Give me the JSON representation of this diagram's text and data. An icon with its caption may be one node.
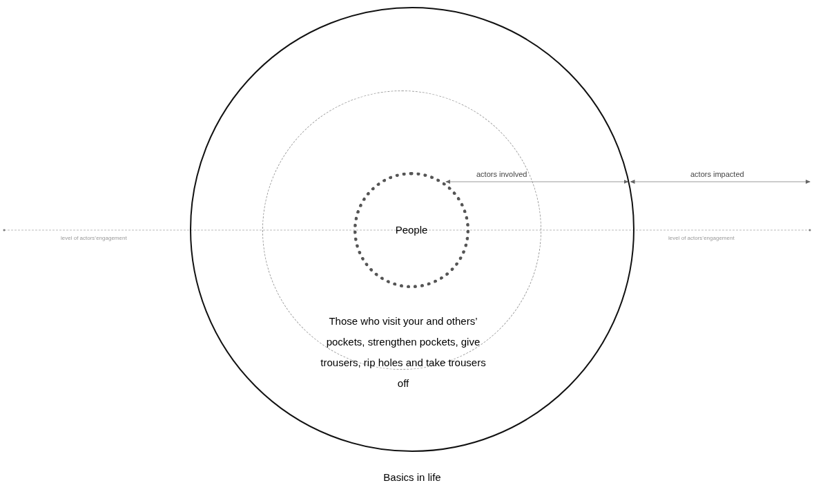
{
  "diagram": {
    "nodes": [
      {
        "text": [
          "Basics in life"
        ]
      },
      {
        "text": [
          "Those who visit your and others’ pockets, strengthen pockets, give trousers, rip holes and take trousers off"
        ],
        "in": 0
      },
      {
        "text": [
          "People"
        ],
        "in": 1
      }
    ],
    "edges": [
      {
        "from": 2,
        "to": 0,
        "arrow": "both",
        "label": "actors involved"
      },
      {
        "from": 0,
        "to": null,
        "arrow": "both",
        "label": "actors impacted"
      }
    ],
    "labels": [
      "level of actors’engagement",
      "level of actors’engagement"
    ]
  }
}
